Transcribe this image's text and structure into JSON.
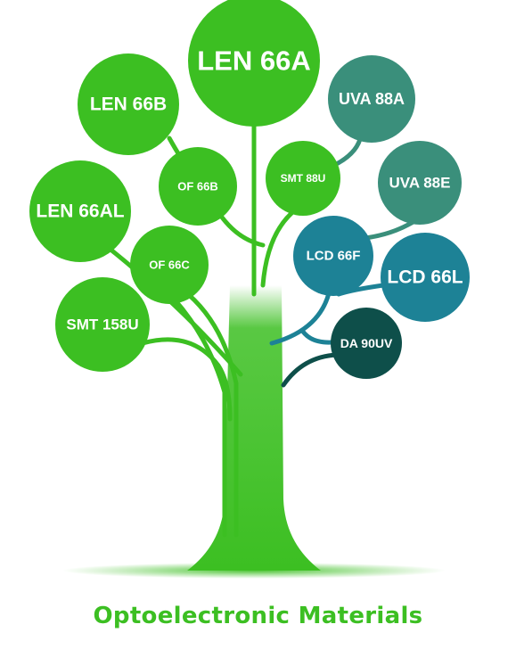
{
  "title": "Optoelectronic Materials",
  "colors": {
    "green": "#3cbf22",
    "teal_light": "#3a8f7b",
    "teal": "#1d8296",
    "teal_dark": "#0e4f4a"
  },
  "nodes": {
    "len66a": "LEN 66A",
    "len66b": "LEN 66B",
    "len66al": "LEN 66AL",
    "of66b": "OF 66B",
    "of66c": "OF 66C",
    "smt158u": "SMT 158U",
    "smt88u": "SMT 88U",
    "uva88a": "UVA 88A",
    "uva88e": "UVA 88E",
    "lcd66f": "LCD 66F",
    "lcd66l": "LCD 66L",
    "da90uv": "DA 90UV"
  }
}
